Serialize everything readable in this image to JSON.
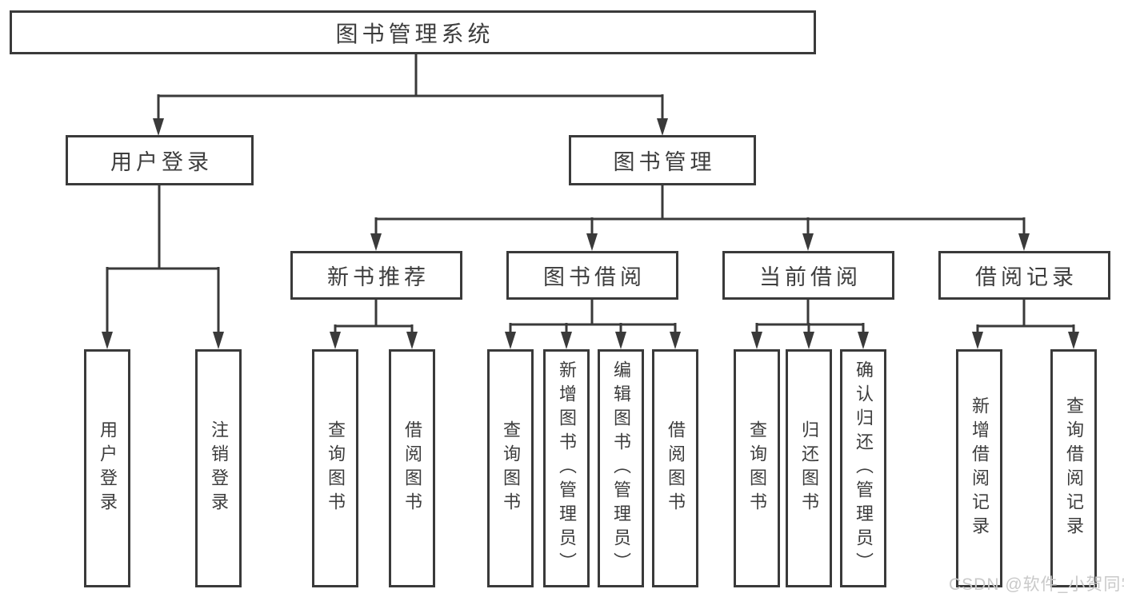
{
  "tree": {
    "root": {
      "label": "图书管理系统"
    },
    "level2": [
      {
        "label": "用户登录"
      },
      {
        "label": "图书管理"
      }
    ],
    "level3": [
      {
        "label": "新书推荐"
      },
      {
        "label": "图书借阅"
      },
      {
        "label": "当前借阅"
      },
      {
        "label": "借阅记录"
      }
    ],
    "leaves": {
      "user_login": [
        {
          "label": "用户登录"
        },
        {
          "label": "注销登录"
        }
      ],
      "new_book": [
        {
          "label": "查询图书"
        },
        {
          "label": "借阅图书"
        }
      ],
      "book_borrow": [
        {
          "label": "查询图书"
        },
        {
          "label": "新增图书（管理员）"
        },
        {
          "label": "编辑图书（管理员）"
        },
        {
          "label": "借阅图书"
        }
      ],
      "current_borrow": [
        {
          "label": "查询图书"
        },
        {
          "label": "归还图书"
        },
        {
          "label": "确认归还（管理员）"
        }
      ],
      "borrow_records": [
        {
          "label": "新增借阅记录"
        },
        {
          "label": "查询借阅记录"
        }
      ]
    }
  },
  "watermark": {
    "text": "CSDN @软件_小贺同学",
    "color": "#c9c9c9"
  },
  "colors": {
    "line": "#3a3a3a",
    "box_border": "#3a3a3a",
    "text": "#3d3d3d",
    "background": "#ffffff"
  }
}
